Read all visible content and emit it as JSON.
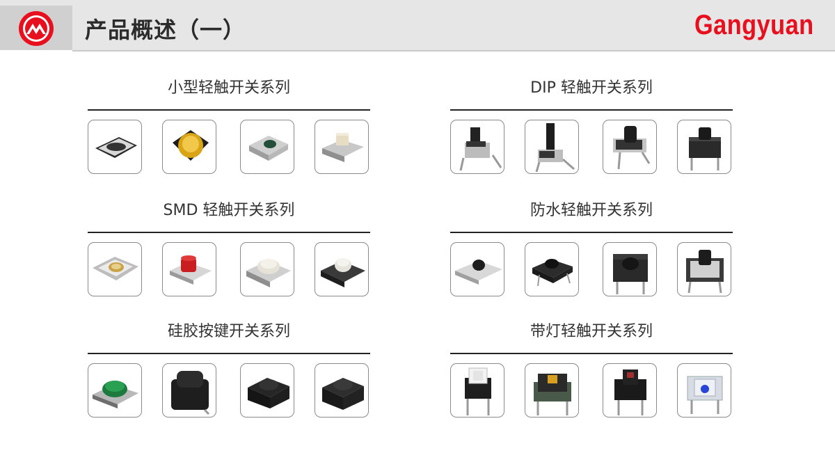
{
  "header": {
    "title": "产品概述（一）",
    "brand": "Gangyuan",
    "brand_color": "#e8101e"
  },
  "sections": [
    {
      "title": "小型轻触开关系列",
      "images": [
        "switch-image",
        "switch-image",
        "switch-image",
        "switch-image"
      ]
    },
    {
      "title": "DIP 轻触开关系列",
      "images": [
        "switch-image",
        "switch-image",
        "switch-image",
        "switch-image"
      ]
    },
    {
      "title": "SMD 轻触开关系列",
      "images": [
        "switch-image",
        "switch-image",
        "switch-image",
        "switch-image"
      ]
    },
    {
      "title": "防水轻触开关系列",
      "images": [
        "switch-image",
        "switch-image",
        "switch-image",
        "switch-image"
      ]
    },
    {
      "title": "硅胶按键开关系列",
      "images": [
        "switch-image",
        "switch-image",
        "switch-image",
        "switch-image"
      ]
    },
    {
      "title": "带灯轻触开关系列",
      "images": [
        "switch-image",
        "switch-image",
        "switch-image",
        "switch-image"
      ]
    }
  ]
}
